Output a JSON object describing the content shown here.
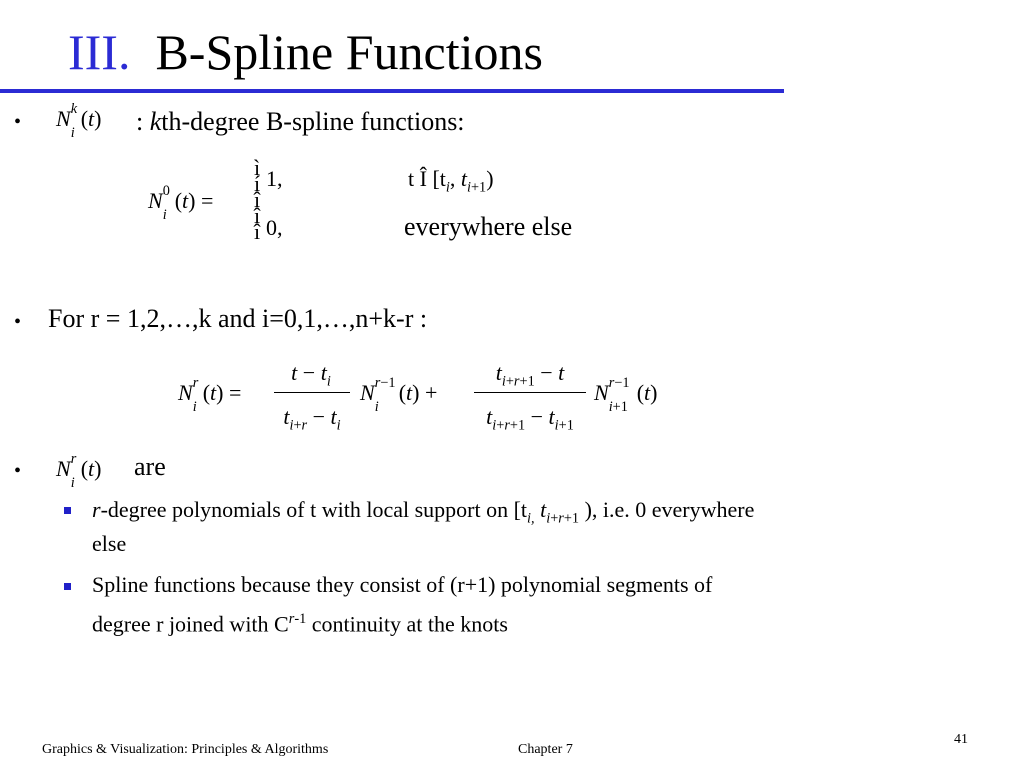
{
  "slide": {
    "title_number": "III.",
    "title_text": "B-Spline Functions",
    "page_number": "41"
  },
  "bullets": {
    "b1": {
      "text": "th-degree B-spline functions:",
      "italic_prefix": "k",
      "colon": ": "
    },
    "cases": {
      "case1_value": "1,",
      "case1_condition": "t Î [t",
      "case2_value": "0,",
      "case2_condition": "everywhere else"
    },
    "b2": {
      "text": "For r = 1,2,…,k  and  i=0,1,…,n+k-r :"
    },
    "b3": {
      "text": "are"
    },
    "sub1": {
      "line1": "-degree polynomials of t with local support on [t",
      "line1_tail": " ), i.e. 0 everywhere",
      "line2": "else"
    },
    "sub2": {
      "line1": "Spline functions because they consist of (r+1) polynomial segments of",
      "line2_start": "degree r joined with C",
      "line2_end": " continuity at the knots"
    }
  },
  "footer": {
    "left": "Graphics & Visualization: Principles & Algorithms",
    "center": "Chapter 7"
  }
}
